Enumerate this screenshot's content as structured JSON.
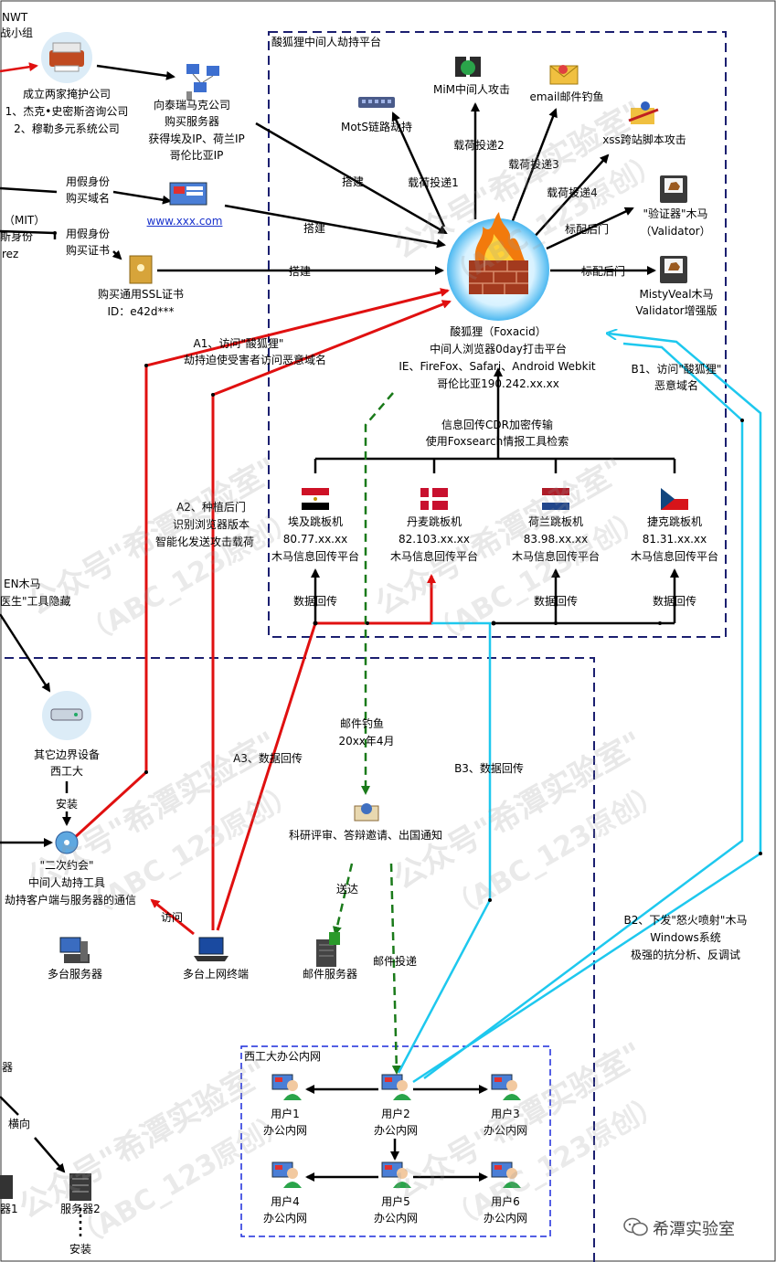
{
  "colors": {
    "attack_red": "#e01010",
    "return_blue": "#1ec8ee",
    "phish_green": "#1a7a1a",
    "box_navy": "#1b1f70",
    "box_blue": "#1a2adc"
  },
  "regions": {
    "hijack_platform": "酸狐狸中间人劫持平台",
    "nwpu_office": "西工大办公内网"
  },
  "left_edge": {
    "nwt_line1": "NWT",
    "nwt_line2": "战小组",
    "mit_line1": "（MIT）",
    "mit_line2": "斯身份",
    "mit_line3": "rez",
    "trojan_line1": "EN木马",
    "trojan_line2": "医生\"工具隐藏",
    "server_partial": "器",
    "server1_partial": "器1"
  },
  "nodes": {
    "front_company": [
      "成立两家掩护公司",
      "1、杰克•史密斯咨询公司",
      "2、穆勒多元系统公司"
    ],
    "buy_server": [
      "向泰瑞马克公司",
      "购买服务器",
      "获得埃及IP、荷兰IP",
      "哥伦比亚IP"
    ],
    "domain_fake": [
      "用假身份",
      "购买域名"
    ],
    "domain_link": "www.xxx.com",
    "cert_fake": [
      "用假身份",
      "购买证书"
    ],
    "ssl_cert": [
      "购买通用SSL证书",
      "ID：e42d***"
    ],
    "mots": "MotS链路劫持",
    "mim": "MiM中间人攻击",
    "email_phish": "email邮件钓鱼",
    "xss": "xss跨站脚本攻击",
    "validator": [
      "\"验证器\"木马",
      "（Validator）"
    ],
    "mistyveal": [
      "MistyVeal木马",
      "Validator增强版"
    ],
    "foxacid": [
      "酸狐狸（Foxacid）",
      "中间人浏览器0day打击平台",
      "IE、FireFox、Safari、Android Webkit",
      "哥伦比亚190.242.xx.xx"
    ],
    "cdr": [
      "信息回传CDR加密传输",
      "使用Foxsearch情报工具检索"
    ],
    "jump_egypt": [
      "埃及跳板机",
      "80.77.xx.xx",
      "木马信息回传平台"
    ],
    "jump_denmark": [
      "丹麦跳板机",
      "82.103.xx.xx",
      "木马信息回传平台"
    ],
    "jump_netherlands": [
      "荷兰跳板机",
      "83.98.xx.xx",
      "木马信息回传平台"
    ],
    "jump_czech": [
      "捷克跳板机",
      "81.31.xx.xx",
      "木马信息回传平台"
    ],
    "border": [
      "其它边界设备",
      "西工大"
    ],
    "second_date": [
      "\"二次约会\"",
      "中间人劫持工具",
      "劫持客户端与服务器的通信"
    ],
    "multi_servers": "多台服务器",
    "multi_terminals": "多台上网终端",
    "mail_server": "邮件服务器",
    "research": "科研评审、答辩邀请、出国通知",
    "server2": "服务器2",
    "users": [
      [
        "用户1",
        "办公内网"
      ],
      [
        "用户2",
        "办公内网"
      ],
      [
        "用户3",
        "办公内网"
      ],
      [
        "用户4",
        "办公内网"
      ],
      [
        "用户5",
        "办公内网"
      ],
      [
        "用户6",
        "办公内网"
      ]
    ]
  },
  "edges": {
    "build1": "搭建",
    "build2": "搭建",
    "build3": "搭建",
    "payload1": "载荷投递1",
    "payload2": "载荷投递2",
    "payload3": "载荷投递3",
    "payload4": "载荷投递4",
    "backdoor1": "标配后门",
    "backdoor2": "标配后门",
    "data_return1": "数据回传",
    "data_return2": "数据回传",
    "data_return3": "数据回传",
    "install1": "安装",
    "install2": "安装",
    "visit": "访问",
    "deliver": "送达",
    "mail_delivery": "邮件投递",
    "lateral": "横向",
    "a1": [
      "A1、访问\"酸狐狸\"",
      "劫持迫使受害者访问恶意域名"
    ],
    "a2": [
      "A2、种植后门",
      "识别浏览器版本",
      "智能化发送攻击载荷"
    ],
    "a3": "A3、数据回传",
    "b1": [
      "B1、访问\"酸狐狸\"",
      "恶意域名"
    ],
    "b2": [
      "B2、下发\"怒火喷射\"木马",
      "Windows系统",
      "极强的抗分析、反调试"
    ],
    "b3": "B3、数据回传",
    "phish": [
      "邮件钓鱼",
      "20xx年4月"
    ]
  },
  "watermark": [
    "公众号\"希潭实验室\"",
    "（ABC_123原创）"
  ],
  "footer": "希潭实验室"
}
